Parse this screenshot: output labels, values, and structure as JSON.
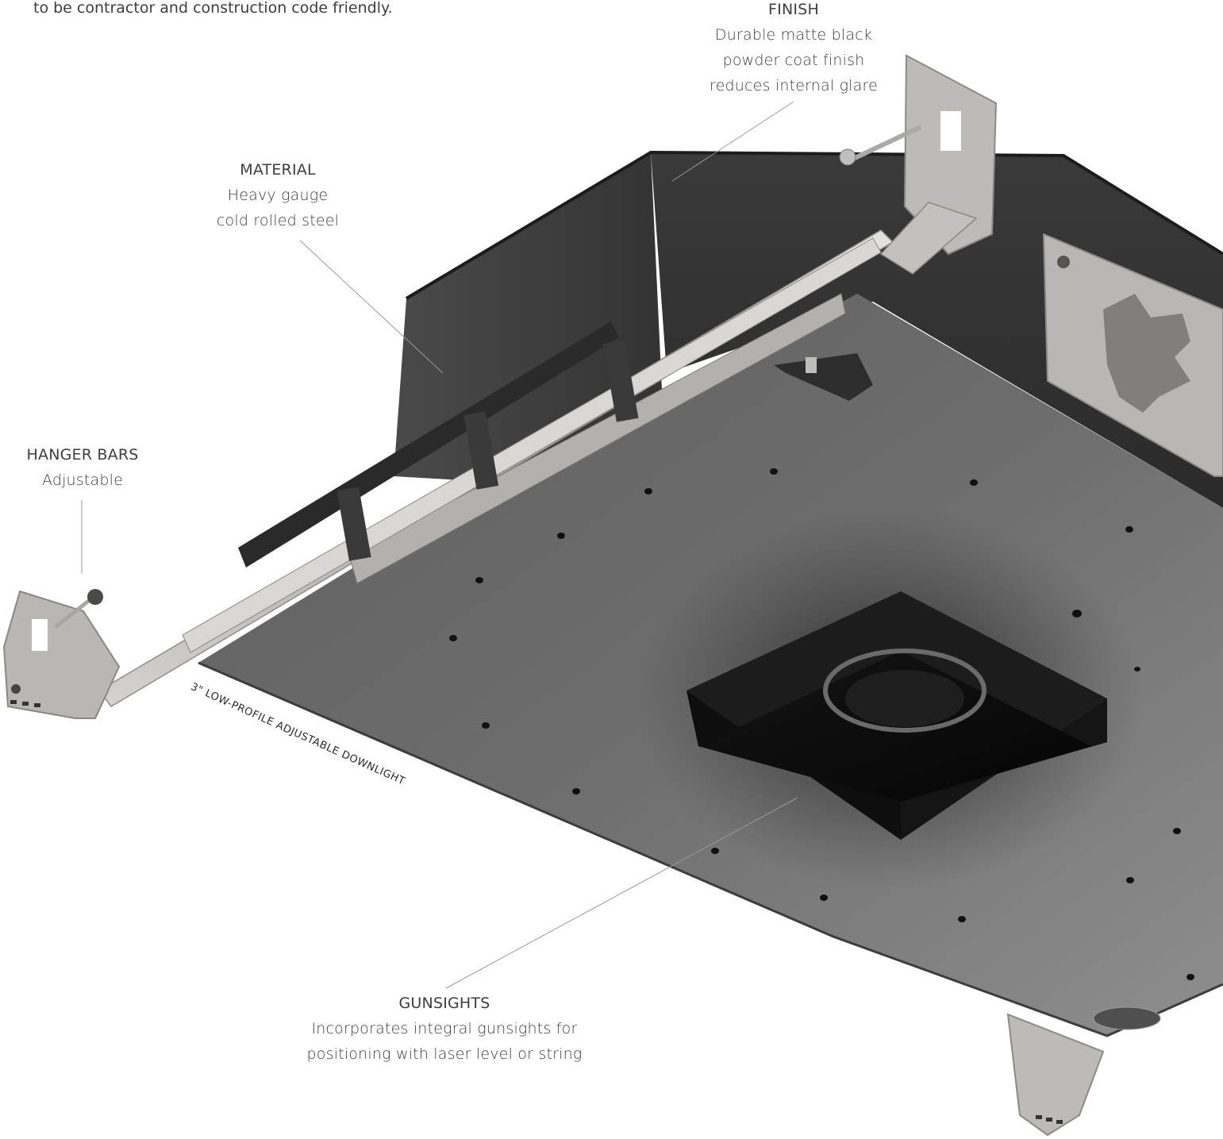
{
  "intro_text": "to be contractor and construction code friendly.",
  "callouts": {
    "finish": {
      "title": "FINISH",
      "lines": [
        "Durable matte black",
        "powder coat finish",
        "reduces internal glare"
      ]
    },
    "material": {
      "title": "MATERIAL",
      "lines": [
        "Heavy gauge",
        "cold rolled steel"
      ]
    },
    "hanger_bars": {
      "title": "HANGER BARS",
      "lines": [
        "Adjustable"
      ]
    },
    "gunsights": {
      "title": "GUNSIGHTS",
      "lines": [
        "Incorporates integral gunsights for",
        "positioning with laser level or string"
      ]
    }
  },
  "product_label": "3\" LOW-PROFILE ADJUSTABLE DOWNLIGHT",
  "colors": {
    "housing": "#3b3b3b",
    "plate": "#6f6f6f",
    "steel": "#c8c6c2",
    "leader": "#9a9a9a",
    "text": "#3d3d3d"
  }
}
